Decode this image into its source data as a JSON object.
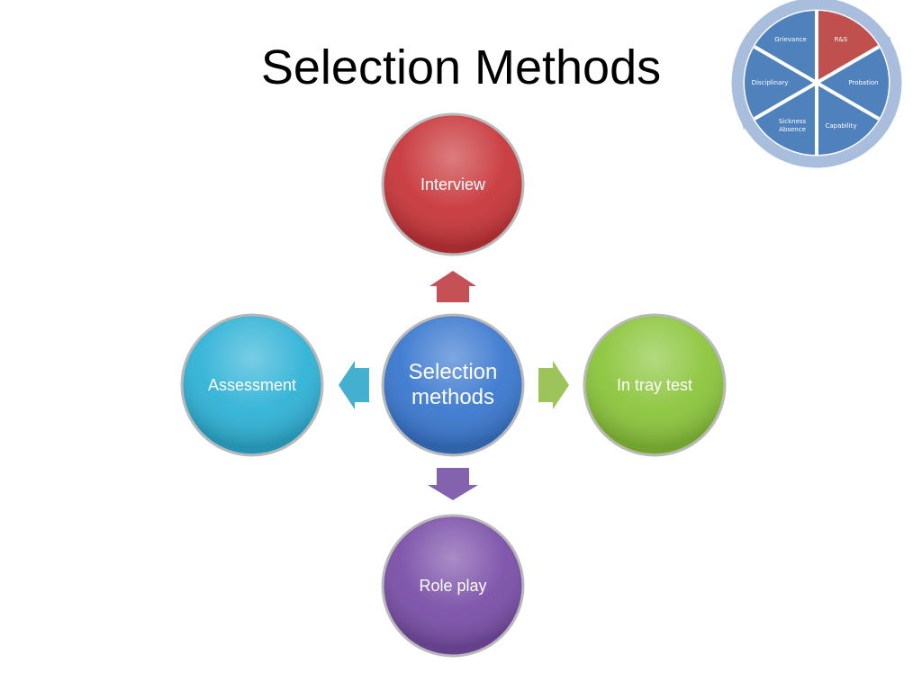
{
  "slide": {
    "title": "Selection Methods"
  },
  "diagram": {
    "center": {
      "label": "Selection methods",
      "color": "#3A78CF"
    },
    "nodes": [
      {
        "id": "top",
        "label": "Interview",
        "color": "#C8363A",
        "arrow_color": "#C55055"
      },
      {
        "id": "right",
        "label": "In tray test",
        "color": "#8BC53B",
        "arrow_color": "#9CC45A"
      },
      {
        "id": "bottom",
        "label": "Role play",
        "color": "#7A4FA8",
        "arrow_color": "#8562AE"
      },
      {
        "id": "left",
        "label": "Assessment",
        "color": "#2FB2D6",
        "arrow_color": "#44AFCF"
      }
    ]
  },
  "wheel": {
    "segments": [
      {
        "label": "Grievance",
        "color": "#4F81BD"
      },
      {
        "label": "R&S",
        "color": "#C0504D"
      },
      {
        "label": "Probation",
        "color": "#4F81BD"
      },
      {
        "label": "Capability",
        "color": "#4F81BD"
      },
      {
        "label": "Sickness Absence",
        "color": "#4F81BD"
      },
      {
        "label": "Disciplinary",
        "color": "#4F81BD"
      }
    ],
    "ring_color": "#A9BEDD"
  }
}
